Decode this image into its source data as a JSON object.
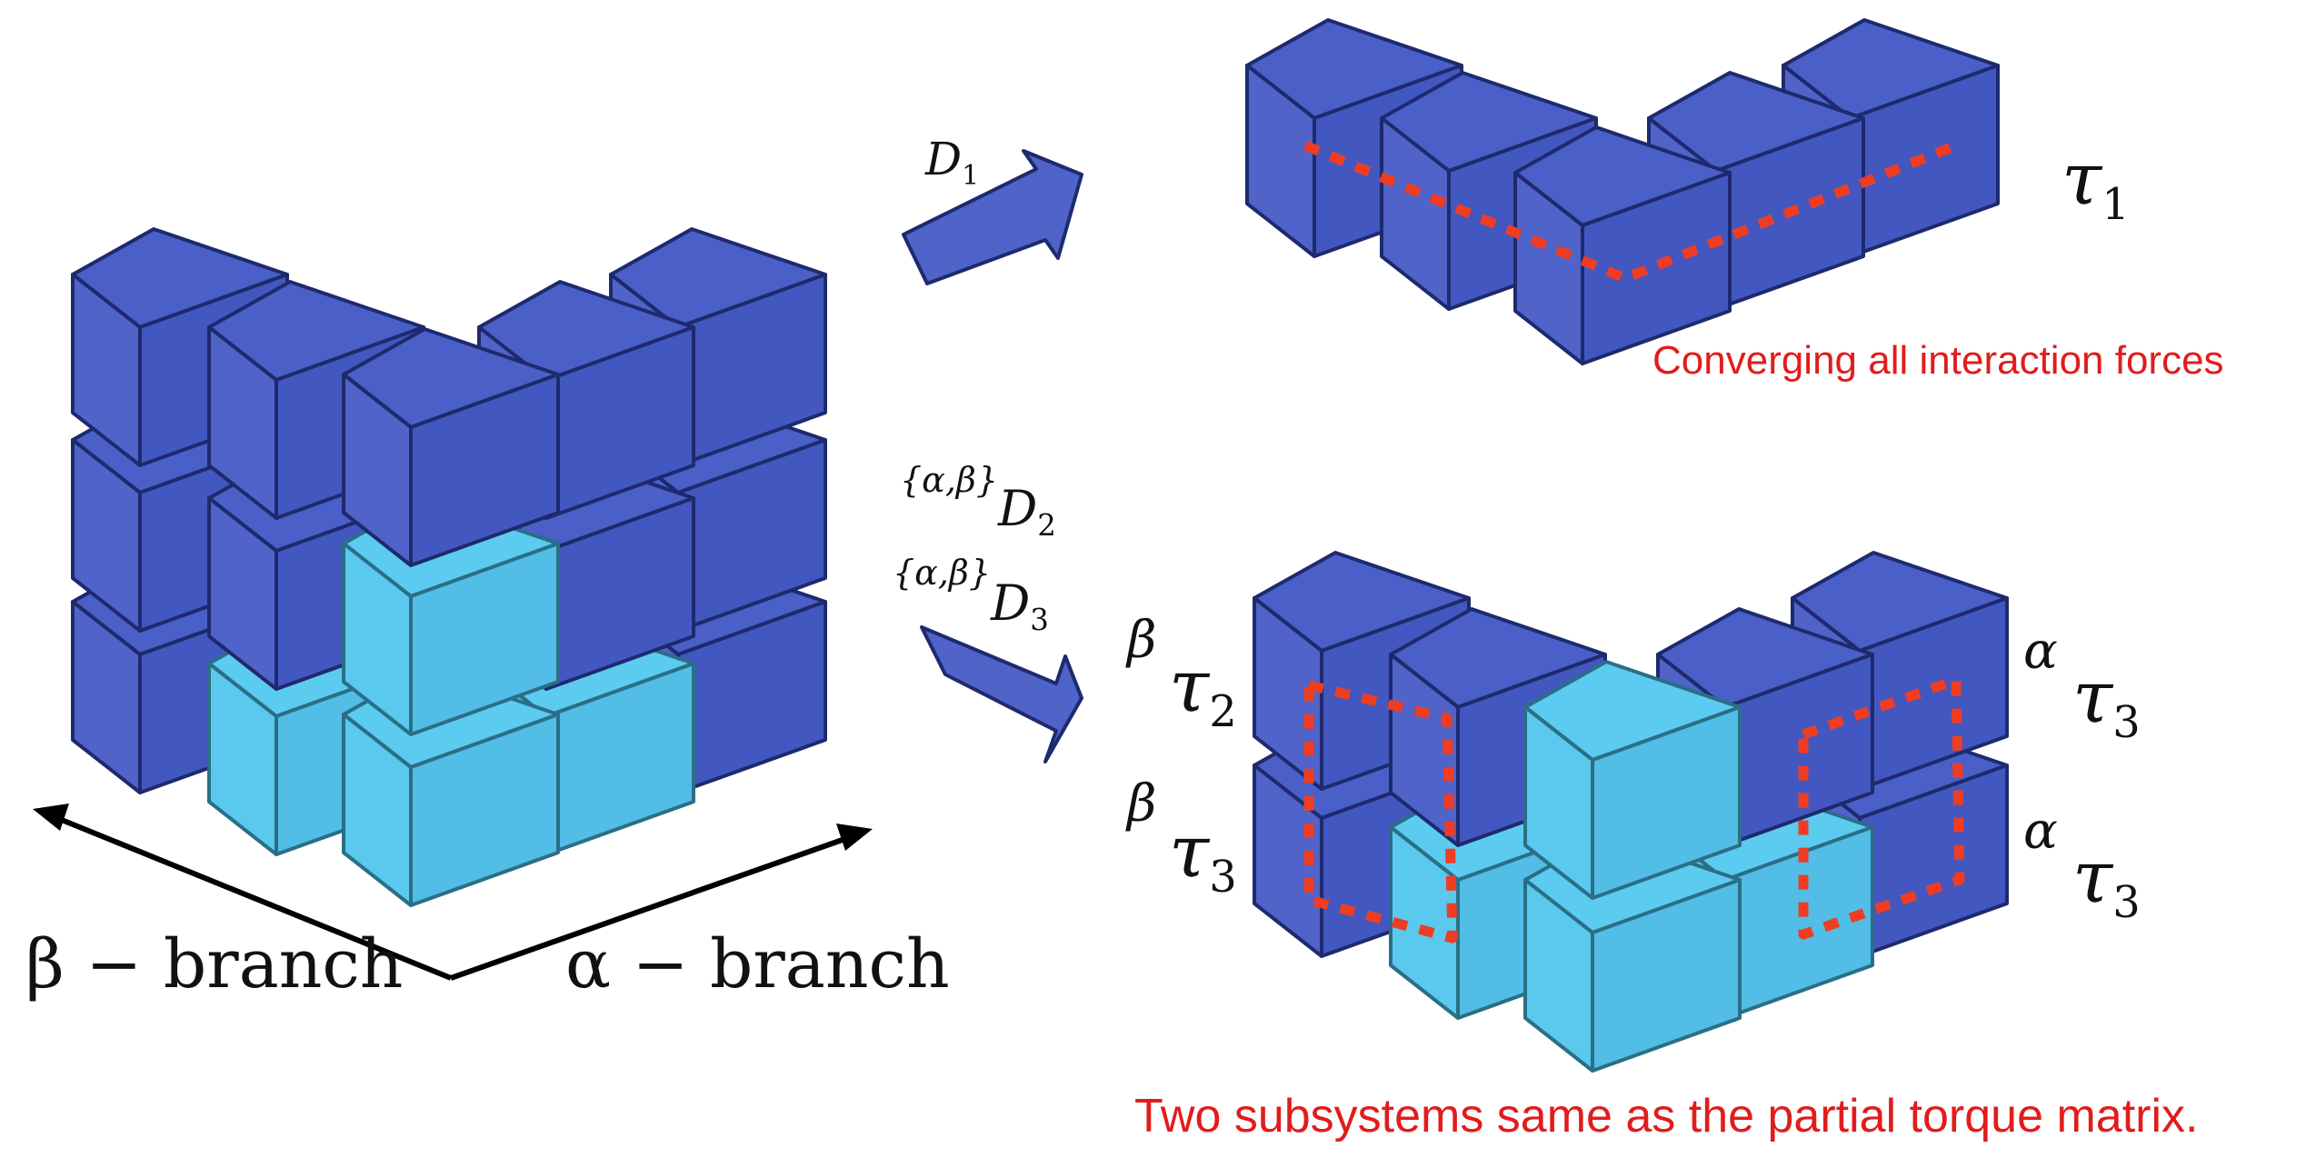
{
  "colors": {
    "dark_cube": "#4f63c9",
    "dark_cube_top": "#4a5fc7",
    "dark_cube_side": "#4357c0",
    "dark_edge": "#1e2a6e",
    "light_cube": "#5bc8ee",
    "light_cube_top": "#5ccbf0",
    "light_cube_side": "#52bde6",
    "light_edge": "#2a6f86",
    "dotted_path": "#ee3d23",
    "note_text": "#e11c1c"
  },
  "labels": {
    "beta_branch": "β − branch",
    "alpha_branch": "α − branch",
    "d1_main": "D",
    "d1_sub": "1",
    "d2_pre": "{α,β}",
    "d2_main": "D",
    "d2_sub": "2",
    "d3_pre": "{α,β}",
    "d3_main": "D",
    "d3_sub": "3",
    "tau1_main": "τ",
    "tau1_sub": "1",
    "tau_beta2_pre": "β",
    "tau_beta2_main": "τ",
    "tau_beta2_sub": "2",
    "tau_beta3_pre": "β",
    "tau_beta3_main": "τ",
    "tau_beta3_sub": "3",
    "tau_alpha3a_pre": "α",
    "tau_alpha3a_main": "τ",
    "tau_alpha3a_sub": "3",
    "tau_alpha3b_pre": "α",
    "tau_alpha3b_main": "τ",
    "tau_alpha3b_sub": "3"
  },
  "notes": {
    "top": "Converging all interaction forces",
    "bottom": "Two subsystems same as the partial torque matrix."
  }
}
